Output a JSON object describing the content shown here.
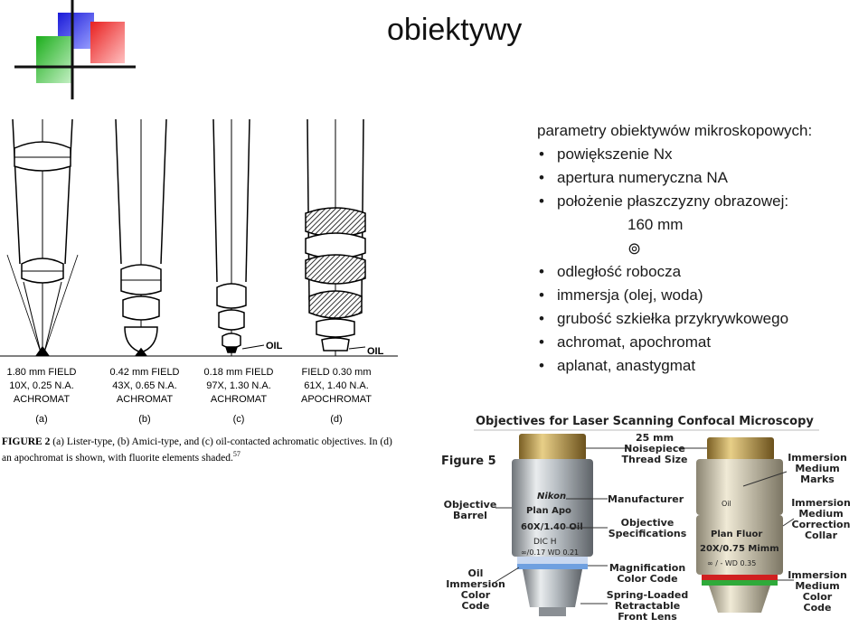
{
  "slide": {
    "title": "obiektywy"
  },
  "bullets": {
    "heading": "parametry obiektywów mikroskopowych:",
    "item1": "powiększenie Nx",
    "item2": "apertura numeryczna NA",
    "item3": "położenie płaszczyzny obrazowej:",
    "item3_value": "160 mm",
    "item3_symbol": "⊚",
    "item4": "odległość robocza",
    "item5": "immersja (olej, woda)",
    "item6": "grubość szkiełka przykrywkowego",
    "item7": "achromat, apochromat",
    "item8": "aplanat, anastygmat"
  },
  "figure2": {
    "oil_label": "OIL",
    "a_line1": "1.80 mm FIELD",
    "a_line2": "10X, 0.25 N.A.",
    "a_line3": "ACHROMAT",
    "a_tag": "(a)",
    "b_line1": "0.42 mm FIELD",
    "b_line2": "43X, 0.65 N.A.",
    "b_line3": "ACHROMAT",
    "b_tag": "(b)",
    "c_line1": "0.18 mm FIELD",
    "c_line2": "97X, 1.30 N.A.",
    "c_line3": "ACHROMAT",
    "c_tag": "(c)",
    "d_line1": "FIELD 0.30 mm",
    "d_line2": "61X, 1.40 N.A.",
    "d_line3": "APOCHROMAT",
    "d_tag": "(d)",
    "caption_label": "FIGURE 2",
    "caption_text": "(a) Lister-type, (b) Amici-type, and (c) oil-contacted achromatic objectives. In (d) an apochromat is shown, with fluorite elements shaded.",
    "caption_ref": "57"
  },
  "figure5": {
    "title": "Objectives for Laser Scanning Confocal Microscopy",
    "fig_label": "Figure 5",
    "callout_noisepiece_1": "25 mm",
    "callout_noisepiece_2": "Noisepiece",
    "callout_noisepiece_3": "Thread Size",
    "callout_barrel_1": "Objective",
    "callout_barrel_2": "Barrel",
    "callout_manufacturer": "Manufacturer",
    "callout_spec_1": "Objective",
    "callout_spec_2": "Specifications",
    "callout_mag_1": "Magnification",
    "callout_mag_2": "Color Code",
    "callout_spring_1": "Spring-Loaded",
    "callout_spring_2": "Retractable",
    "callout_spring_3": "Front Lens",
    "callout_oil_1": "Oil",
    "callout_oil_2": "Immersion",
    "callout_oil_3": "Color",
    "callout_oil_4": "Code",
    "callout_marks_1": "Immersion",
    "callout_marks_2": "Medium",
    "callout_marks_3": "Marks",
    "callout_collar_1": "Immersion",
    "callout_collar_2": "Medium",
    "callout_collar_3": "Correction",
    "callout_collar_4": "Collar",
    "callout_imm_color_1": "Immersion",
    "callout_imm_color_2": "Medium",
    "callout_imm_color_3": "Color",
    "callout_imm_color_4": "Code",
    "lens1_brand": "Nikon",
    "lens1_type": "Plan Apo",
    "lens1_mag": "60X/1.40 Oil",
    "lens1_dic": "DIC H",
    "lens1_wd": "∞/0.17  WD 0.21",
    "lens2_oil": "Oil",
    "lens2_type": "Plan Fluor",
    "lens2_mag": "20X/0.75 Mimm",
    "lens2_wd": "∞ / -  WD 0.35"
  }
}
